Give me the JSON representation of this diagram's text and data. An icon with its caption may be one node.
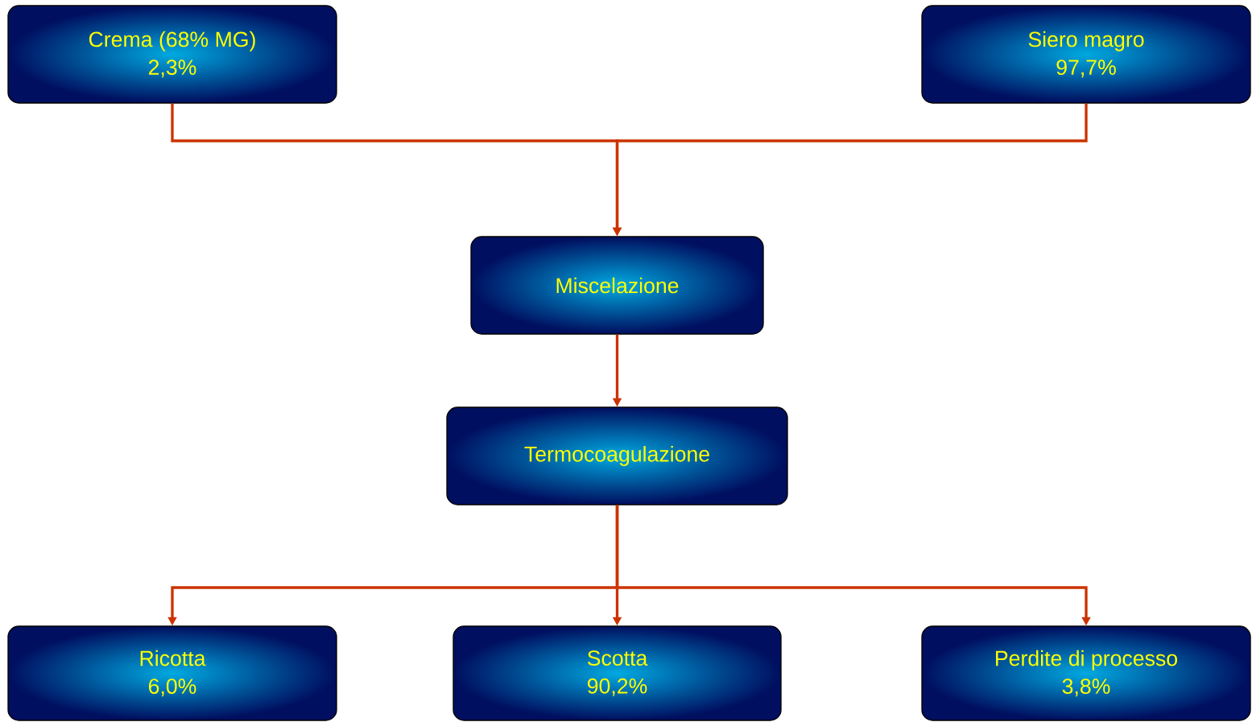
{
  "diagram": {
    "nodes": [
      {
        "text": [
          "Crema (68% MG)",
          "2,3%"
        ]
      },
      {
        "text": [
          "Siero magro",
          "97,7%"
        ]
      },
      {
        "text": [
          "Miscelazione"
        ]
      },
      {
        "text": [
          "Termocoagulazione"
        ]
      },
      {
        "text": [
          "Ricotta",
          "6,0%"
        ]
      },
      {
        "text": [
          "Scotta",
          "90,2%"
        ]
      },
      {
        "text": [
          "Perdite di processo",
          "3,8%"
        ]
      }
    ],
    "edges": [
      {
        "from": 0,
        "to": 2,
        "arrow": "to"
      },
      {
        "from": 1,
        "to": 2,
        "arrow": "to"
      },
      {
        "from": 2,
        "to": 3,
        "arrow": "to"
      },
      {
        "from": 3,
        "to": 4,
        "arrow": "to"
      },
      {
        "from": 3,
        "to": 5,
        "arrow": "to"
      },
      {
        "from": 3,
        "to": 6,
        "arrow": "to"
      }
    ]
  }
}
